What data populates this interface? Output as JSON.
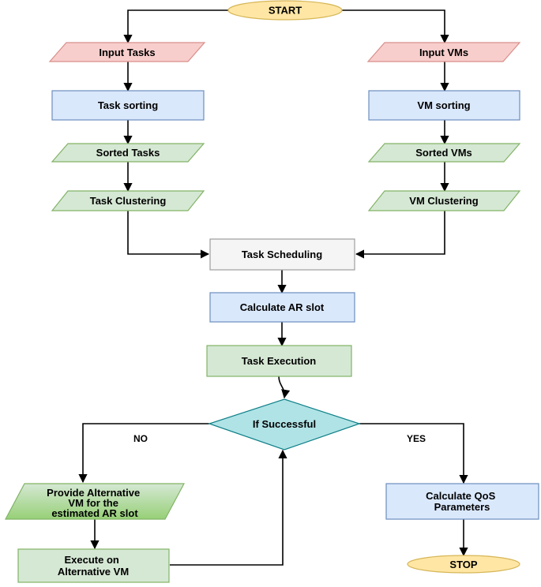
{
  "colors": {
    "terminal_fill": "#ffe6a5",
    "terminal_stroke": "#d6b656",
    "io_red_fill": "#f8cecc",
    "io_red_stroke": "#d88f8b",
    "process_blue_fill": "#dae8fc",
    "process_blue_stroke": "#6c8ebf",
    "data_green_fill": "#d5e8d4",
    "data_green_stroke": "#82b366",
    "grey_fill": "#f5f5f5",
    "grey_stroke": "#9e9e9e",
    "decision_fill": "#b0e3e6",
    "decision_stroke": "#0e8088",
    "alt_green_top": "#d5e8d4",
    "alt_green_bottom": "#97d077",
    "line": "#000000"
  },
  "nodes": {
    "start": "START",
    "input_tasks": "Input Tasks",
    "input_vms": "Input VMs",
    "task_sorting": "Task sorting",
    "vm_sorting": "VM sorting",
    "sorted_tasks": "Sorted Tasks",
    "sorted_vms": "Sorted VMs",
    "task_clustering": "Task Clustering",
    "vm_clustering": "VM Clustering",
    "task_scheduling": "Task Scheduling",
    "calculate_ar_slot": "Calculate AR slot",
    "task_execution": "Task Execution",
    "if_successful": "If Successful",
    "provide_alt": [
      "Provide Alternative",
      "VM for the",
      "estimated AR slot"
    ],
    "execute_alt": [
      "Execute on",
      "Alternative VM"
    ],
    "calculate_qos": [
      "Calculate QoS",
      "Parameters"
    ],
    "stop": "STOP"
  },
  "edge_labels": {
    "no": "NO",
    "yes": "YES"
  }
}
